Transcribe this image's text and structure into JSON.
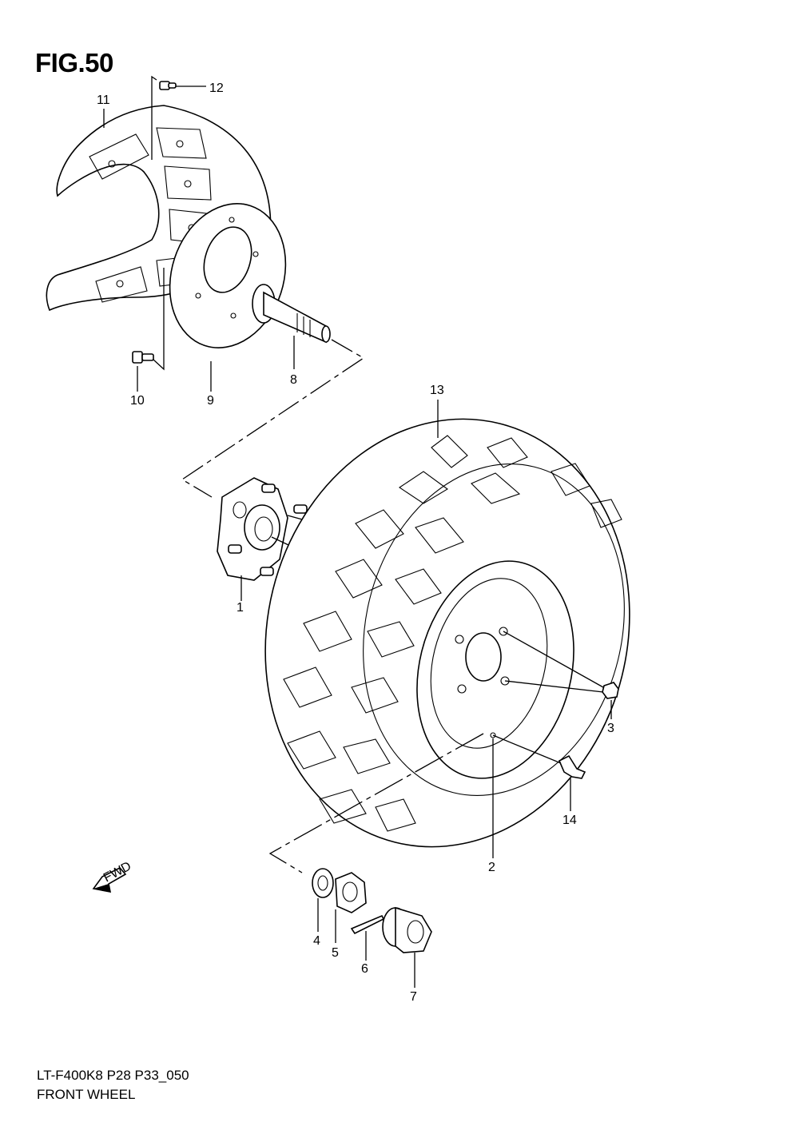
{
  "figure": {
    "title": "FIG.50"
  },
  "footer": {
    "model_code": "LT-F400K8 P28 P33_050",
    "section_title": "FRONT WHEEL"
  },
  "fwd_arrow": {
    "label": "FWD"
  },
  "parts": [
    {
      "id": "hub",
      "number": "1"
    },
    {
      "id": "wheel-rim",
      "number": "2"
    },
    {
      "id": "wheel-nut",
      "number": "3"
    },
    {
      "id": "washer",
      "number": "4"
    },
    {
      "id": "castle-nut",
      "number": "5"
    },
    {
      "id": "cotter-pin",
      "number": "6"
    },
    {
      "id": "hub-cap",
      "number": "7"
    },
    {
      "id": "stud-shaft",
      "number": "8"
    },
    {
      "id": "brake-disc",
      "number": "9"
    },
    {
      "id": "disc-bolt",
      "number": "10"
    },
    {
      "id": "disc-cover",
      "number": "11"
    },
    {
      "id": "cover-screw",
      "number": "12"
    },
    {
      "id": "tire",
      "number": "13"
    },
    {
      "id": "valve-stem",
      "number": "14"
    }
  ]
}
